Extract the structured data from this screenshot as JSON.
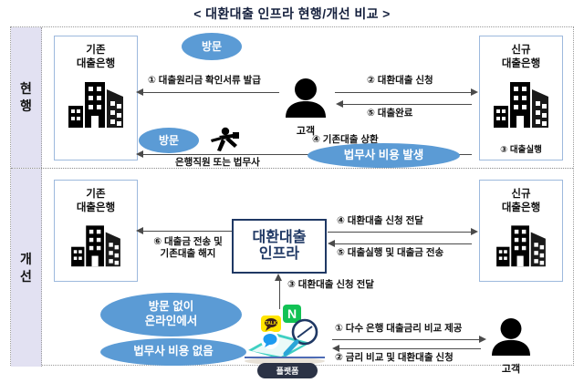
{
  "title": "< 대환대출 인프라 현행/개선 비교 >",
  "sections": {
    "current": {
      "side_label": "현행",
      "banks": {
        "old": {
          "title": "기존\n대출은행",
          "icon": "bank-building-icon"
        },
        "new": {
          "title": "신규\n대출은행",
          "icon": "bank-building-icon",
          "note": "③ 대출실행"
        }
      },
      "customer": {
        "label": "고객",
        "icon": "customer-person-icon"
      },
      "courier": {
        "icon": "running-person-icon",
        "label": "은행직원 또는 법무사"
      },
      "steps": [
        {
          "id": "current-step-1",
          "text": "① 대출원리금 확인서류 발급"
        },
        {
          "id": "current-step-2",
          "text": "② 대환대출 신청"
        },
        {
          "id": "current-step-5",
          "text": "⑤ 대출완료"
        },
        {
          "id": "current-step-4",
          "text": "④ 기존대출 상환"
        }
      ],
      "callouts": [
        {
          "id": "visit-top",
          "text": "방문"
        },
        {
          "id": "visit-bottom",
          "text": "방문"
        },
        {
          "id": "scrivener-cost",
          "text": "법무사 비용 발생"
        }
      ]
    },
    "improved": {
      "side_label": "개선",
      "banks": {
        "old": {
          "title": "기존\n대출은행",
          "icon": "bank-building-icon"
        },
        "new": {
          "title": "신규\n대출은행",
          "icon": "bank-building-icon"
        }
      },
      "infra": {
        "text": "대환대출\n인프라"
      },
      "customer": {
        "label": "고객",
        "icon": "customer-person-icon"
      },
      "platform": {
        "caption": "플랫폼",
        "icon": "platform-apps-icon"
      },
      "steps": [
        {
          "id": "improved-step-6",
          "text": "⑥ 대출금 전송 및\n기존대출 해지"
        },
        {
          "id": "improved-step-4",
          "text": "④ 대환대출 신청 전달"
        },
        {
          "id": "improved-step-5",
          "text": "⑤ 대출실행 및 대출금 전송"
        },
        {
          "id": "improved-step-3",
          "text": "③ 대환대출 신청 전달"
        },
        {
          "id": "improved-step-1",
          "text": "① 다수 은행 대출금리 비교 제공"
        },
        {
          "id": "improved-step-2",
          "text": "② 금리 비교 및 대환대출 신청"
        }
      ],
      "callouts": [
        {
          "id": "no-visit-online",
          "text": "방문 없이\n온라인에서"
        },
        {
          "id": "no-scrivener-cost",
          "text": "법무사 비용 없음"
        }
      ]
    }
  },
  "colors": {
    "accent_blue": "#5b9bd5",
    "infra_navy": "#1f3864",
    "bank_border": "#9db9dd",
    "side_label_bg": "#e2e1f2",
    "arrow_gray": "#4a4a4a"
  }
}
